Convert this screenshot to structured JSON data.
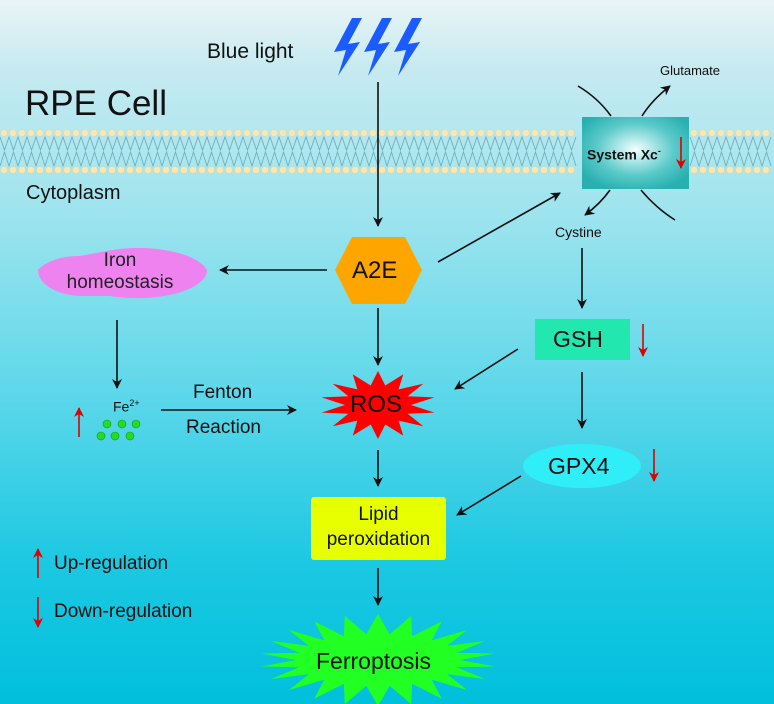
{
  "title": "RPE Cell",
  "labels": {
    "blue_light": "Blue light",
    "cytoplasm": "Cytoplasm",
    "glutamate": "Glutamate",
    "cystine": "Cystine",
    "system_xc": "System Xc",
    "system_xc_sup": "-",
    "a2e": "A2E",
    "iron_line1": "Iron",
    "iron_line2": "homeostasis",
    "fe": "Fe",
    "fe_sup": "2+",
    "fenton": "Fenton",
    "reaction": "Reaction",
    "ros": "ROS",
    "gsh": "GSH",
    "gpx4": "GPX4",
    "lipid_line1": "Lipid",
    "lipid_line2": "peroxidation",
    "ferroptosis": "Ferroptosis"
  },
  "legend": {
    "up": "Up-regulation",
    "down": "Down-regulation"
  },
  "regulation": {
    "fe2plus": "up",
    "system_xc": "down",
    "gsh": "down",
    "gpx4": "down"
  },
  "colors": {
    "a2e": "#ffa500",
    "iron": "#ee82ee",
    "ros": "#ff0000",
    "gsh": "#22e8b0",
    "gpx4": "#30eef8",
    "lipid": "#e8ff00",
    "ferroptosis": "#22ff22",
    "system_xc": "#2ab8b8",
    "lightning": "#1a5cff",
    "reg_arrow": "#e00000",
    "fe_dots": "#22dd22"
  }
}
